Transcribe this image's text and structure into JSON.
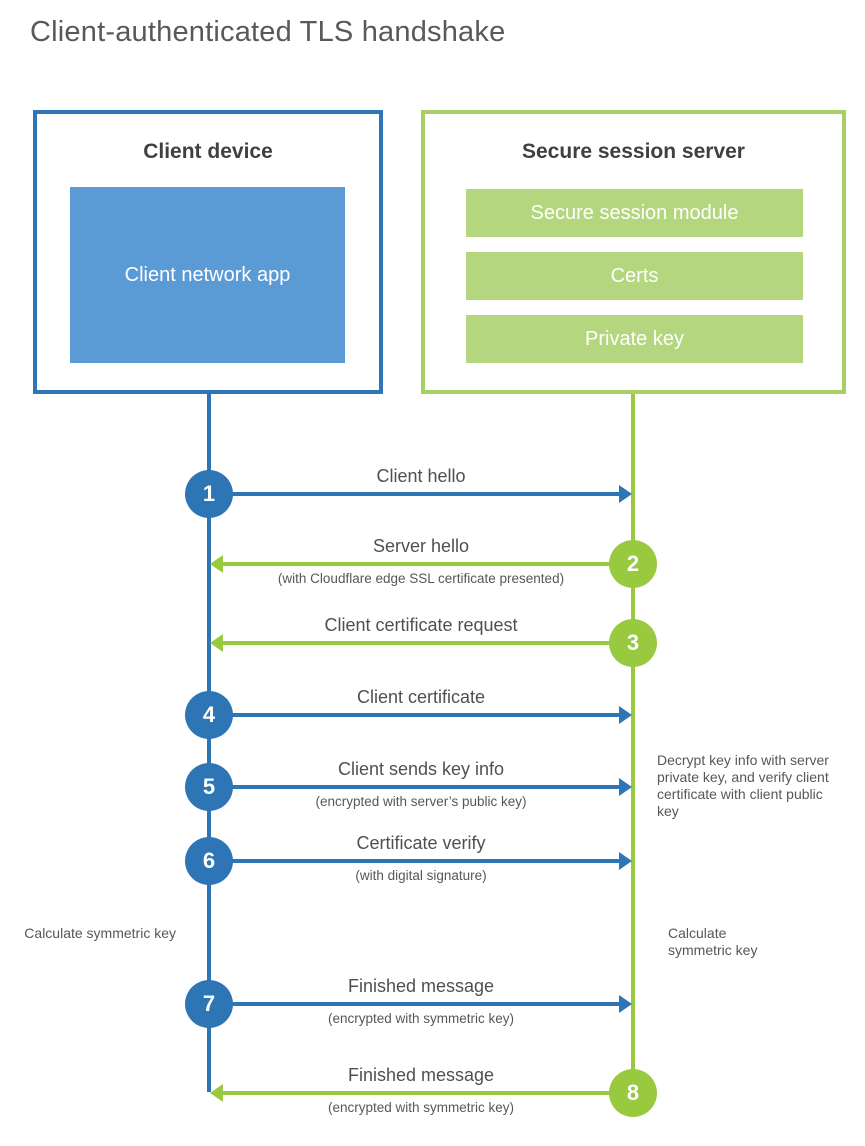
{
  "title": "Client-authenticated TLS handshake",
  "colors": {
    "blue_accent": "#2e75b6",
    "blue_fill": "#5b9bd5",
    "green_accent": "#98c93f",
    "green_fill": "#b3d67e",
    "green_border": "#a8cf66",
    "heading_text": "#404040",
    "label_text": "#4f5052",
    "title_text": "#58595b"
  },
  "client_box": {
    "title": "Client device",
    "app_label": "Client network app"
  },
  "server_box": {
    "title": "Secure session server",
    "modules": [
      {
        "label": "Secure session module"
      },
      {
        "label": "Certs"
      },
      {
        "label": "Private key"
      }
    ]
  },
  "steps": [
    {
      "num": "1",
      "from": "client",
      "to": "server",
      "label": "Client hello",
      "sub": ""
    },
    {
      "num": "2",
      "from": "server",
      "to": "client",
      "label": "Server hello",
      "sub": "(with Cloudflare edge SSL certificate presented)"
    },
    {
      "num": "3",
      "from": "server",
      "to": "client",
      "label": "Client certificate request",
      "sub": ""
    },
    {
      "num": "4",
      "from": "client",
      "to": "server",
      "label": "Client certificate",
      "sub": ""
    },
    {
      "num": "5",
      "from": "client",
      "to": "server",
      "label": "Client sends key info",
      "sub": "(encrypted with server’s public key)"
    },
    {
      "num": "6",
      "from": "client",
      "to": "server",
      "label": "Certificate verify",
      "sub": "(with digital signature)"
    },
    {
      "num": "7",
      "from": "client",
      "to": "server",
      "label": "Finished message",
      "sub": "(encrypted with symmetric key)"
    },
    {
      "num": "8",
      "from": "server",
      "to": "client",
      "label": "Finished message",
      "sub": "(encrypted with symmetric key)"
    }
  ],
  "notes": {
    "decrypt": "Decrypt key info with server private key, and verify client certificate with client public key",
    "calc_left": "Calculate symmetric key",
    "calc_right": "Calculate symmetric key"
  }
}
